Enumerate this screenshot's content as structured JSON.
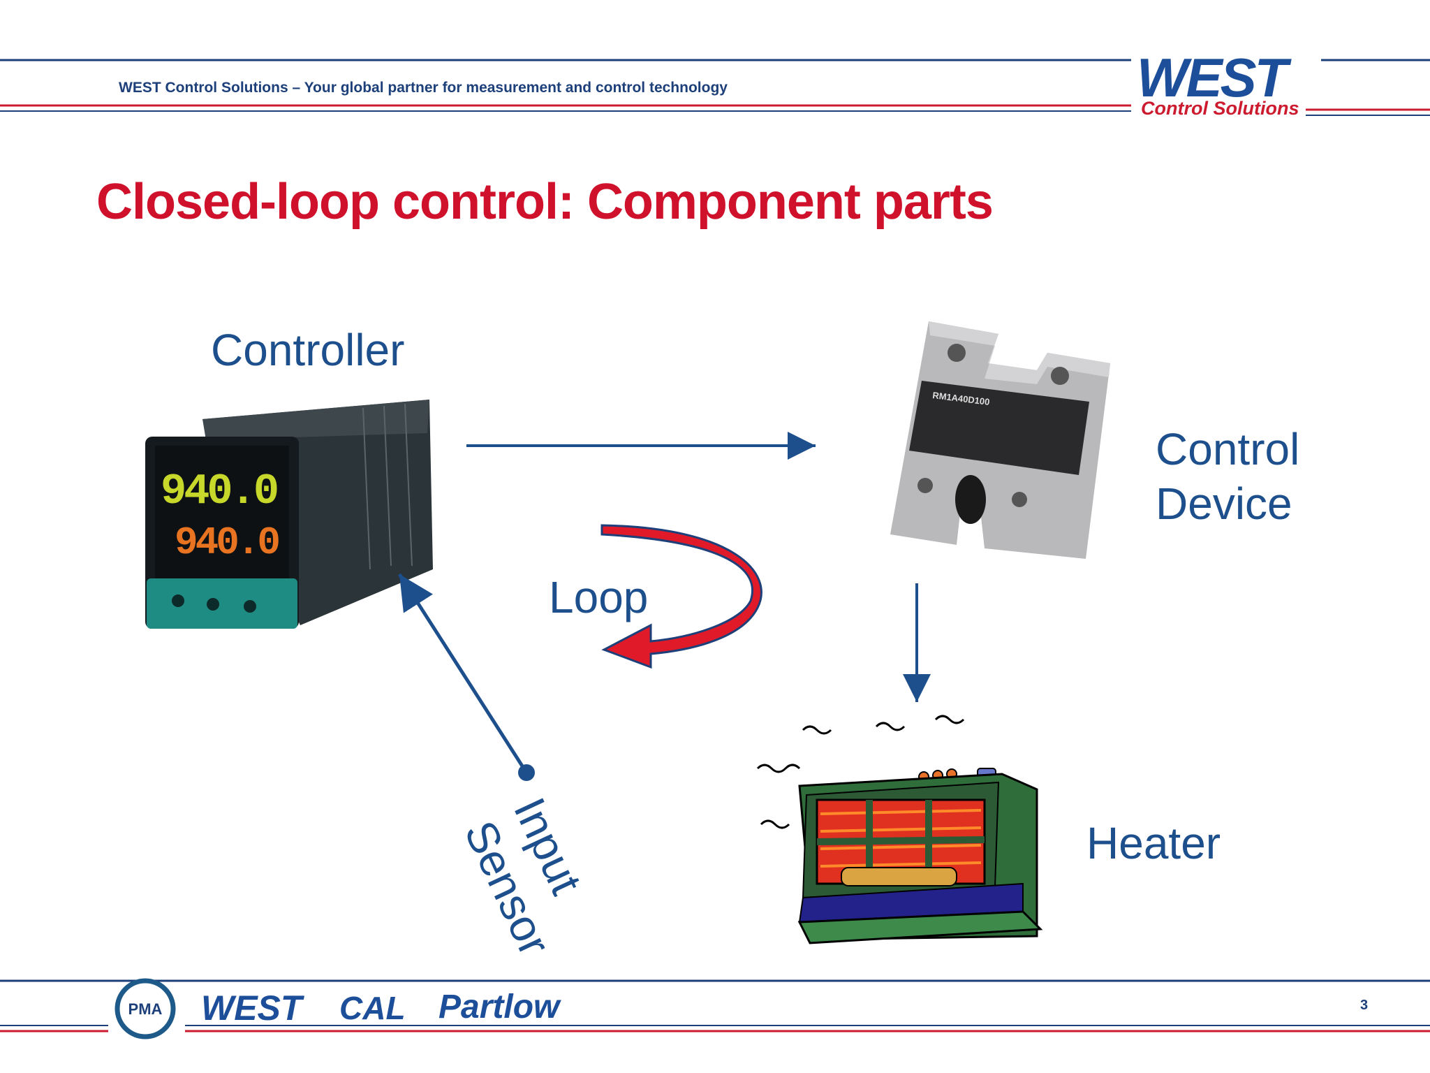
{
  "header": {
    "tagline": "WEST Control Solutions – Your global partner for measurement and control technology",
    "logo_main": "WEST",
    "logo_sub": "Control Solutions"
  },
  "slide": {
    "title": "Closed-loop control: Component parts",
    "page_number": "3"
  },
  "diagram": {
    "labels": {
      "controller": "Controller",
      "control_device_line1": "Control",
      "control_device_line2": "Device",
      "loop": "Loop",
      "heater": "Heater",
      "input_line1": "Input",
      "input_line2": "Sensor"
    },
    "controller_display": {
      "top_value": "940.0",
      "bottom_value": "940.0"
    },
    "relay_label": "RM1A40D100"
  },
  "footer": {
    "pma": "PMA",
    "west": "WEST",
    "cal": "CAL",
    "partlow": "Partlow"
  },
  "colors": {
    "brand_blue": "#1d4f8c",
    "title_red": "#d0112b",
    "rule_blue": "#1d3f7a",
    "rule_red": "#cc1a2e"
  }
}
